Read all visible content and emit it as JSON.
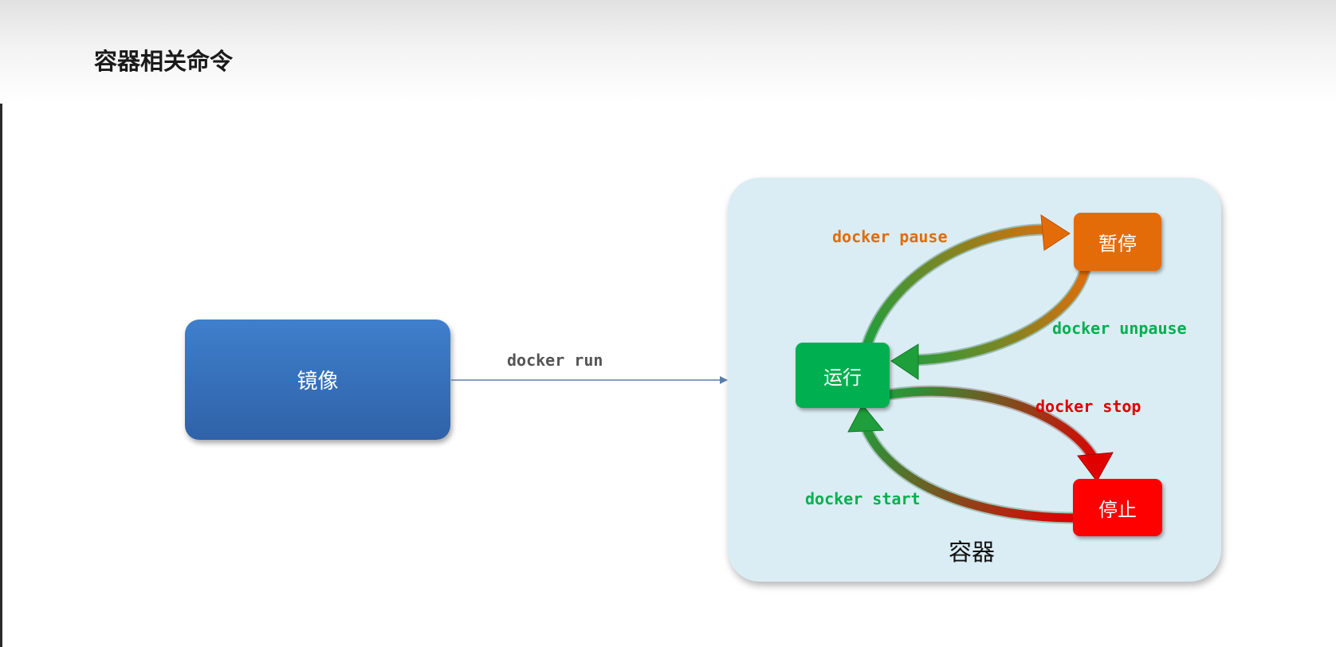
{
  "header": {
    "title": "容器相关命令"
  },
  "image_box": {
    "label": "镜像"
  },
  "run_command": {
    "label": "docker run"
  },
  "container": {
    "label": "容器",
    "states": {
      "running": "运行",
      "paused": "暂停",
      "stopped": "停止"
    },
    "commands": {
      "pause": "docker pause",
      "unpause": "docker unpause",
      "stop": "docker stop",
      "start": "docker start"
    }
  },
  "colors": {
    "image_box": "#3a73c0",
    "container_panel": "#dbedf4",
    "running": "#00b050",
    "paused": "#e36c09",
    "stopped": "#ff0000",
    "connector": "#5a7ea8"
  }
}
